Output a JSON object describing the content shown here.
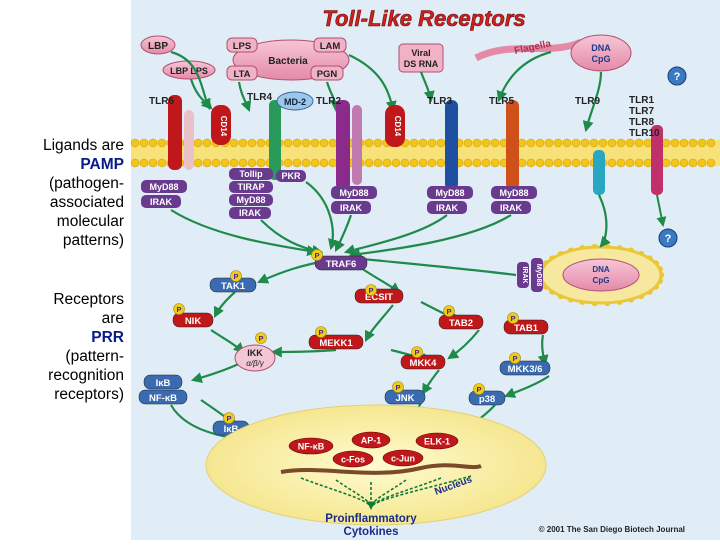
{
  "side_text": {
    "ligands": {
      "line1": "Ligands are",
      "emph": "PAMP",
      "l3": "(pathogen-",
      "l4": "associated",
      "l5": "molecular",
      "l6": "patterns)"
    },
    "receptors": {
      "line1": "Receptors",
      "line2": "are",
      "emph": "PRR",
      "l4": "(pattern-",
      "l5": "recognition",
      "l6": "receptors)"
    }
  },
  "figure": {
    "title": "Toll-Like Receptors",
    "ligands": {
      "lbp": "LBP",
      "lbp_lps": "LBP LPS",
      "lps": "LPS",
      "lam": "LAM",
      "bacteria": "Bacteria",
      "lta": "LTA",
      "pgn": "PGN",
      "viral": "Viral",
      "dsrna": "DS RNA",
      "flagella": "Flagella",
      "dna": "DNA",
      "cpg": "CpG",
      "unknown": "?"
    },
    "receptors": {
      "tlr6": "TLR6",
      "cd14a": "CD14",
      "tlr4": "TLR4",
      "md2": "MD-2",
      "tlr2": "TLR2",
      "cd14b": "CD14",
      "tlr3": "TLR3",
      "tlr5": "TLR5",
      "tlr9": "TLR9",
      "tlr_multi": [
        "TLR1",
        "TLR7",
        "TLR8",
        "TLR10"
      ],
      "q2": "?"
    },
    "adaptors": {
      "myd88": "MyD88",
      "irak": "IRAK",
      "tollip": "Tollip",
      "tirap": "TIRAP",
      "pkr": "PKR",
      "endosome_myd88": "MyD88",
      "endosome_dna": "DNA",
      "endosome_cpg": "CpG",
      "endosome_irak": "IRAK"
    },
    "cascade": {
      "p": "P",
      "traf6": "TRAF6",
      "tak1": "TAK1",
      "ecsit": "ECSIT",
      "nik": "NIK",
      "tab2": "TAB2",
      "tab1": "TAB1",
      "mekk1": "MEKK1",
      "ikk": "IKK",
      "ikk_sub": "α/β/γ",
      "mkk4": "MKK4",
      "mkk36": "MKK3/6",
      "ikb": "IκB",
      "nfkb": "NF-κB",
      "jnk": "JNK",
      "p38": "p38"
    },
    "nucleus": {
      "nfkb": "NF-κB",
      "ap1": "AP-1",
      "elk1": "ELK-1",
      "cfos": "c-Fos",
      "cjun": "c-Jun",
      "label": "Nucleus"
    },
    "output": {
      "line1": "Proinflammatory",
      "line2": "Cytokines"
    },
    "copyright": "© 2001 The San Diego Biotech Journal"
  },
  "colors": {
    "title": "#d0201e",
    "bg": "#e0edf6",
    "membrane": "#f7d63a",
    "protein_red": "#c0181a",
    "protein_purple": "#6a2b8a",
    "protein_blue": "#1e4fa0",
    "protein_pink": "#e9a0b8",
    "arrow_green": "#1f8a4a",
    "p_yellow": "#f0cc1a",
    "adaptor_purple": "#6a3a8e",
    "nucleus": "#f8f0a0",
    "cytokine_text": "#1a2a8a"
  }
}
